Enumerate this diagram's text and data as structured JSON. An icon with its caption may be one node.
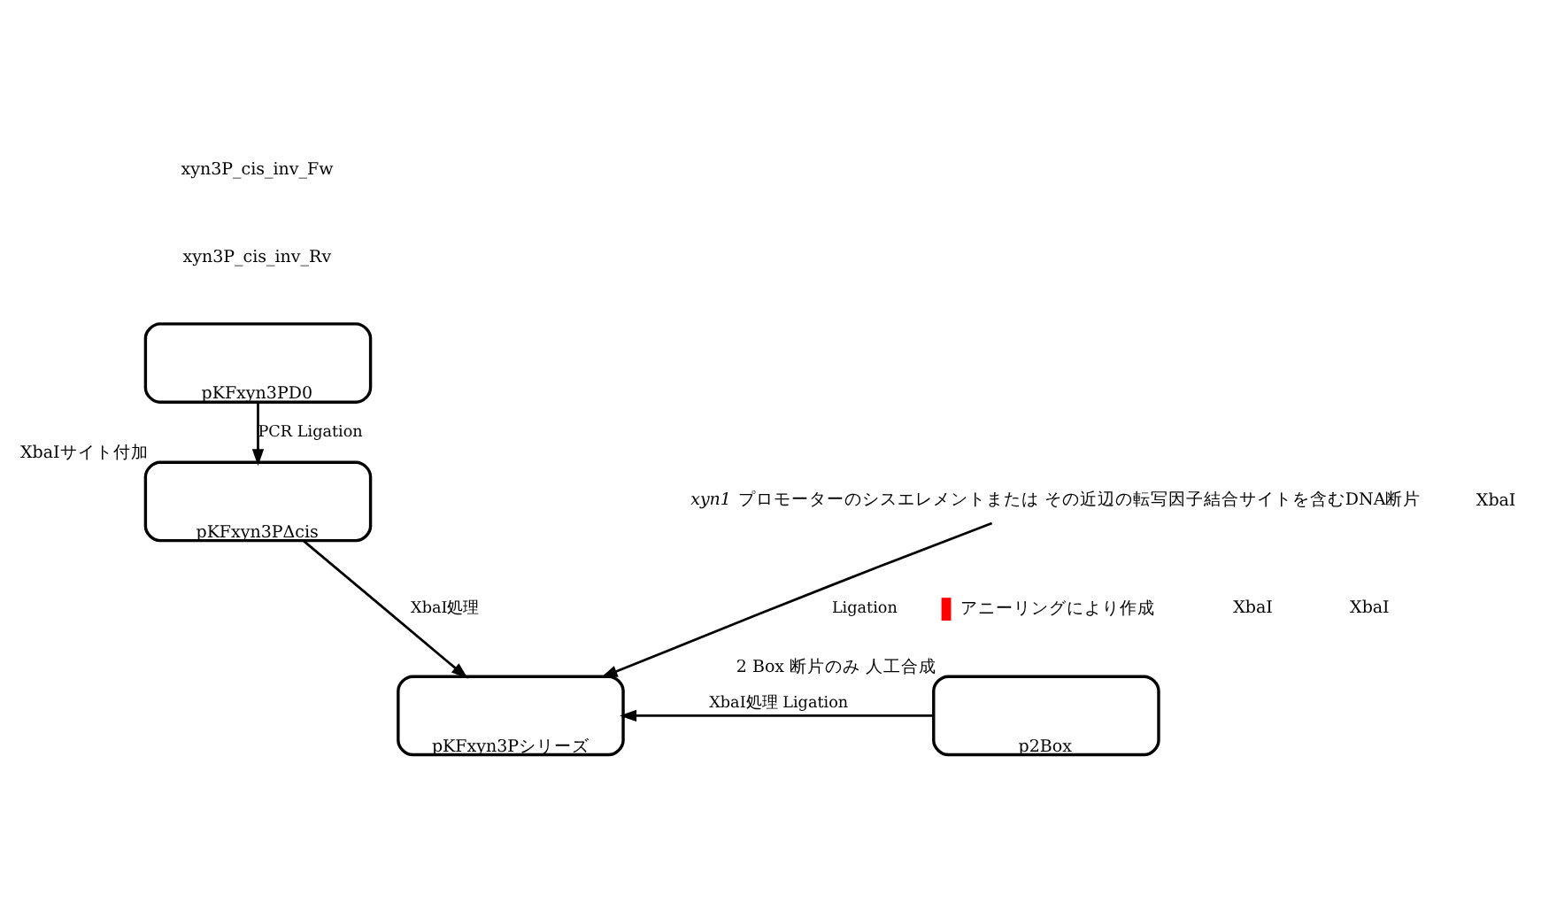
{
  "diagram": {
    "nodes": [
      {
        "text": [
          "pKFxyn3PD0"
        ]
      },
      {
        "text": [
          "pKFxyn3PΔcis"
        ],
        "beside": [
          "XbaIサイト付加"
        ]
      },
      {
        "text": [
          "pKFxyn3Pシリーズ"
        ]
      },
      {
        "text": [
          "*xyn1* プロモーターのシスエレメントまたは その近辺の転写因子結合サイトを含むDNA断片"
        ]
      },
      {
        "text": [
          "p2Box"
        ],
        "beside": [
          "2 Box 断片のみ 人工合成"
        ]
      }
    ],
    "edges": [
      {
        "from": 0,
        "to": 1,
        "arrow": "to",
        "label": "PCR Ligation"
      },
      {
        "from": 1,
        "to": 2,
        "arrow": "to",
        "label": "XbaI処理"
      },
      {
        "from": 3,
        "to": 2,
        "arrow": "to",
        "label": "Ligation"
      },
      {
        "from": 4,
        "to": 2,
        "arrow": "to",
        "label": "XbaI処理 Ligation"
      }
    ],
    "labels": [
      "xyn3P_cis_inv_Fw",
      "xyn3P_cis_inv_Rv",
      "XbaI",
      "XbaI",
      "XbaI"
    ],
    "legend": [
      {
        "text": "アニーリングにより作成",
        "color": "#ff0000"
      }
    ]
  }
}
